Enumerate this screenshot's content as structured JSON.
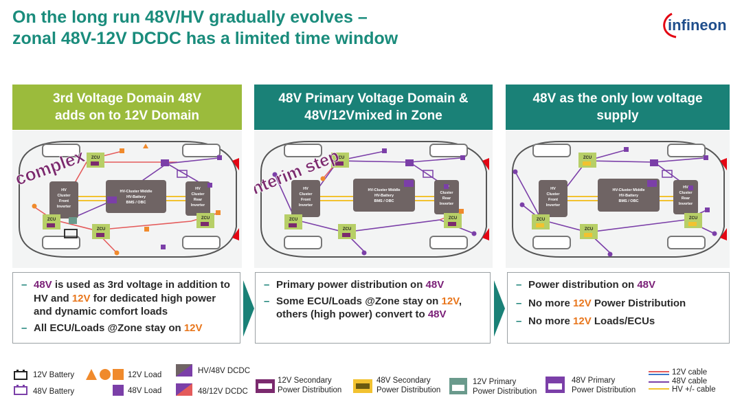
{
  "title_line1": "On the long run 48V/HV gradually evolves –",
  "title_line2": "zonal 48V-12V DCDC has a limited time window",
  "logo_text": "infineon",
  "columns": [
    {
      "header_line1": "3rd Voltage Domain 48V",
      "header_line2": "adds on to 12V Domain",
      "overlay": "complex"
    },
    {
      "header_line1": "48V Primary Voltage Domain &",
      "header_line2": "48V/12Vmixed in Zone",
      "overlay": "Interim step"
    },
    {
      "header_line1": "48V as the only low voltage",
      "header_line2": "supply",
      "overlay": ""
    }
  ],
  "diagram": {
    "zcu": "ZCU",
    "front_inverter": [
      "HV",
      "Cluster",
      "Front",
      "Inverter"
    ],
    "middle": [
      "HV-Cluster Middle",
      "HV-Battery",
      "BMS / OBC"
    ],
    "rear_inverter": [
      "HV",
      "Cluster",
      "Rear",
      "Inverter"
    ]
  },
  "bullets": {
    "col1": {
      "b1_v48": "48V",
      "b1_t1": " is used as 3rd voltage in addition to HV and ",
      "b1_v12": "12V",
      "b1_t2": " for dedicated high power and dynamic comfort loads",
      "b2_t1": "All ECU/Loads @Zone stay on ",
      "b2_v12": "12V"
    },
    "col2": {
      "b1_t1": "Primary power distribution on ",
      "b1_v48": "48V",
      "b2_t1": "Some ECU/Loads @Zone stay on ",
      "b2_v12": "12V",
      "b2_t2": ", others (high power) convert to ",
      "b2_v48": "48V"
    },
    "col3": {
      "b1_t1": "Power distribution on ",
      "b1_v48": "48V",
      "b2_t1": "No more ",
      "b2_v12": "12V",
      "b2_t2": " Power Distribution",
      "b3_t1": "No more ",
      "b3_v12": "12V",
      "b3_t2": " Loads/ECUs"
    }
  },
  "legend": {
    "battery12": "12V Battery",
    "battery48": "48V Battery",
    "load12": "12V Load",
    "load48": "48V Load",
    "dcdc_hv48": "HV/48V DCDC",
    "dcdc_4812": "48/12V DCDC",
    "sec12_l1": "12V Secondary",
    "sec12_l2": "Power Distribution",
    "sec48_l1": "48V Secondary",
    "sec48_l2": "Power Distribution",
    "pri12_l1": "12V Primary",
    "pri12_l2": "Power Distribution",
    "pri48_l1": "48V Primary",
    "pri48_l2": "Power Distribution",
    "cable12": "12V cable",
    "cable48": "48V cable",
    "cablehv": "HV +/- cable"
  },
  "colors": {
    "title": "#1a8c7c",
    "green_band": "#9bbb3c",
    "teal_band": "#1a8177",
    "v48": "#7a1f77",
    "v12": "#e8761c",
    "cable12": "#e45b5b",
    "cable48": "#7b3fa8",
    "cablehv": "#f2c230",
    "zcu": "#b7cf67",
    "cluster": "#6f6464"
  }
}
